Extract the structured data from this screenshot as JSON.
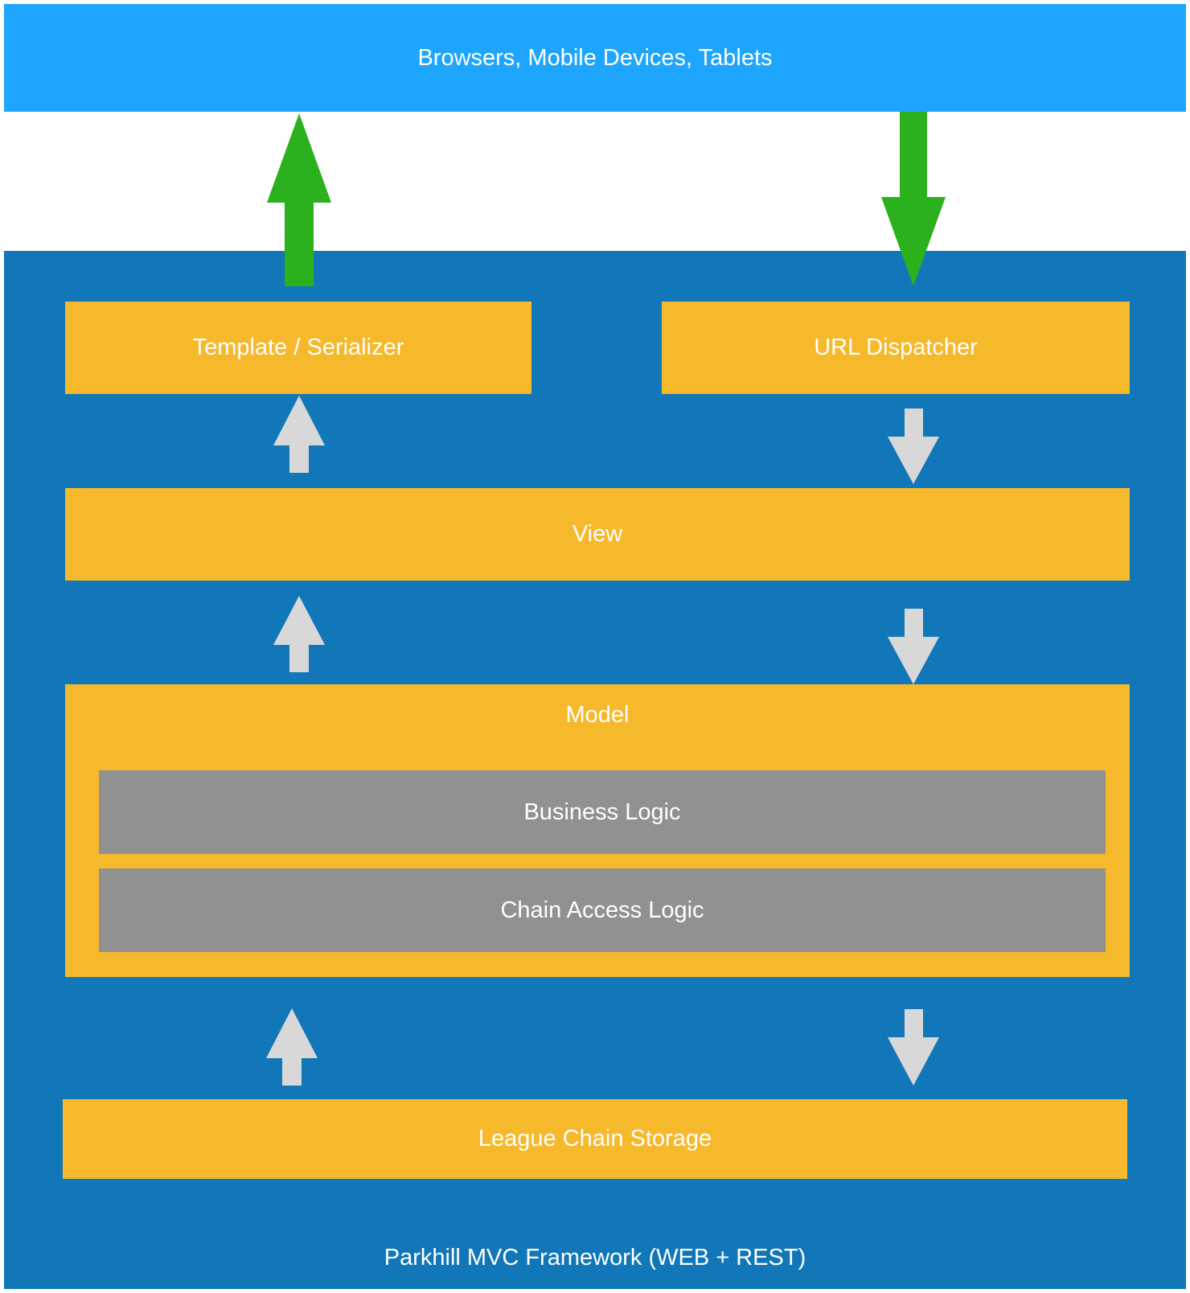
{
  "clients": {
    "label": "Browsers, Mobile Devices, Tablets"
  },
  "framework": {
    "label": "Parkhill MVC Framework (WEB + REST)"
  },
  "template": {
    "label": "Template / Serializer"
  },
  "dispatcher": {
    "label": "URL Dispatcher"
  },
  "view": {
    "label": "View"
  },
  "model": {
    "label": "Model",
    "layers": [
      "Business Logic",
      "Chain Access Logic"
    ]
  },
  "storage": {
    "label": "League Chain Storage"
  },
  "colors": {
    "clients": "#1ea5fd",
    "framework": "#1277b9",
    "component": "#f6b92c",
    "layer": "#919191",
    "external_arrow": "#2bb11e",
    "internal_arrow": "#d8d8d8",
    "text": "#ffffff"
  }
}
